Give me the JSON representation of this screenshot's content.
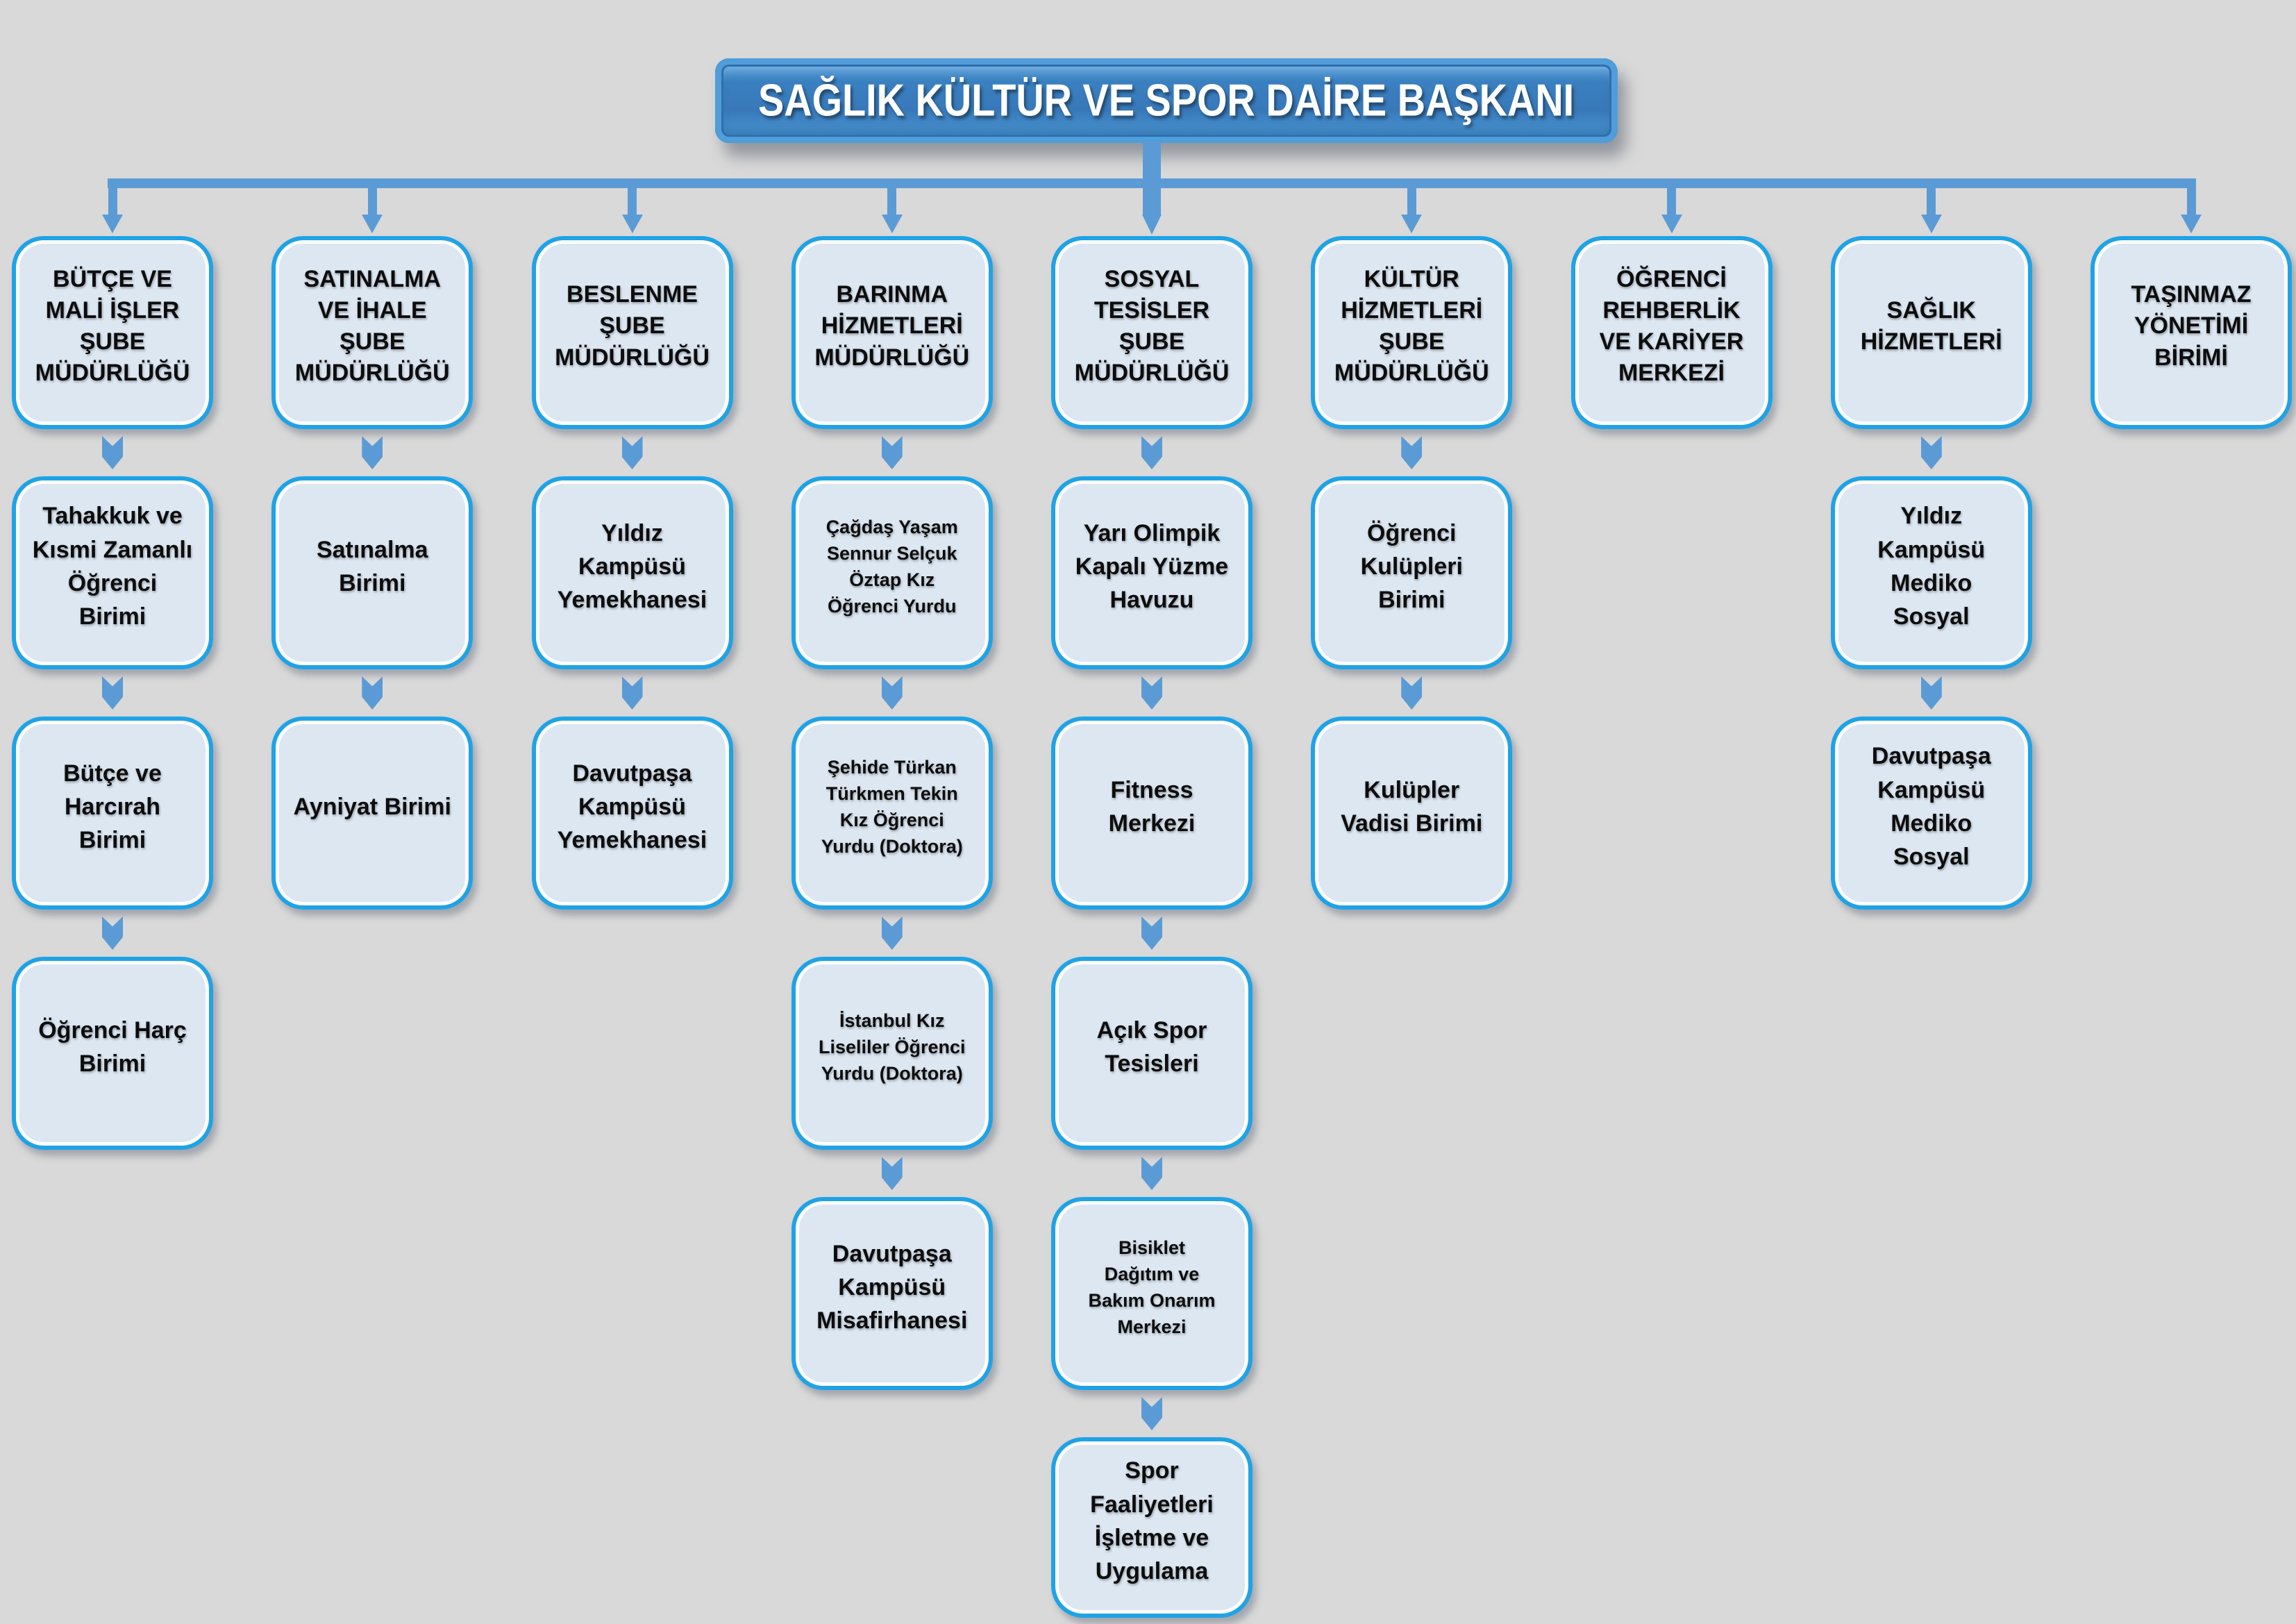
{
  "page": {
    "background_color": "#d9d9d9"
  },
  "header": {
    "title": "SAĞLIK KÜLTÜR VE SPOR DAİRE BAŞKANI",
    "text_color": "#ffffff",
    "fill_color": "#3a80c0",
    "edge_color": "#4f9dda"
  },
  "colors": {
    "connector": "#5b9bd5",
    "box_fill": "#dce7f2",
    "box_border": "#1fa3e6",
    "box_inner_ring": "#ffffff",
    "box_text": "#0d0d0d"
  },
  "org": {
    "columns": [
      {
        "id": "butce-ve-mali-isler",
        "header": "BÜTÇE VE\nMALİ İŞLER\nŞUBE\nMÜDÜRLÜĞÜ",
        "children": [
          {
            "label": "Tahakkuk ve\nKısmi Zamanlı\nÖğrenci\nBirimi"
          },
          {
            "label": "Bütçe ve\nHarcırah\nBirimi"
          },
          {
            "label": "Öğrenci Harç\nBirimi"
          }
        ]
      },
      {
        "id": "satinalma-ve-ihale",
        "header": "SATINALMA\nVE İHALE\nŞUBE\nMÜDÜRLÜĞÜ",
        "children": [
          {
            "label": "Satınalma\nBirimi"
          },
          {
            "label": "Ayniyat Birimi"
          }
        ]
      },
      {
        "id": "beslenme",
        "header": "BESLENME\nŞUBE\nMÜDÜRLÜĞÜ",
        "children": [
          {
            "label": "Yıldız\nKampüsü\nYemekhanesi"
          },
          {
            "label": "Davutpaşa\nKampüsü\nYemekhanesi"
          }
        ]
      },
      {
        "id": "barinma-hizmetleri",
        "header": "BARINMA\nHİZMETLERİ\nMÜDÜRLÜĞÜ",
        "children": [
          {
            "label": "Çağdaş Yaşam\nSennur Selçuk\nÖztap Kız\nÖğrenci Yurdu",
            "small": true
          },
          {
            "label": "Şehide Türkan\nTürkmen Tekin\nKız Öğrenci\nYurdu (Doktora)",
            "small": true
          },
          {
            "label": "İstanbul Kız\nLiseliler Öğrenci\nYurdu (Doktora)",
            "small": true
          },
          {
            "label": "Davutpaşa\nKampüsü\nMisafirhanesi"
          }
        ]
      },
      {
        "id": "sosyal-tesisler",
        "header": "SOSYAL\nTESİSLER\nŞUBE\nMÜDÜRLÜĞÜ",
        "children": [
          {
            "label": "Yarı Olimpik\nKapalı Yüzme\nHavuzu"
          },
          {
            "label": "Fitness\nMerkezi"
          },
          {
            "label": "Açık Spor\nTesisleri"
          },
          {
            "label": "Bisiklet\nDağıtım ve\nBakım Onarım\nMerkezi",
            "small": true
          },
          {
            "label": "Spor\nFaaliyetleri\nİşletme ve\nUygulama"
          }
        ]
      },
      {
        "id": "kultur-hizmetleri",
        "header": "KÜLTÜR\nHİZMETLERİ\nŞUBE\nMÜDÜRLÜĞÜ",
        "children": [
          {
            "label": "Öğrenci\nKulüpleri\nBirimi"
          },
          {
            "label": "Kulüpler\nVadisi Birimi"
          }
        ]
      },
      {
        "id": "ogrenci-rehberlik-ve-kariyer",
        "header": "ÖĞRENCİ\nREHBERLİK\nVE KARİYER\nMERKEZİ",
        "children": []
      },
      {
        "id": "saglik-hizmetleri",
        "header": "SAĞLIK\nHİZMETLERİ",
        "children": [
          {
            "label": "Yıldız\nKampüsü\nMediko\nSosyal"
          },
          {
            "label": "Davutpaşa\nKampüsü\nMediko\nSosyal"
          }
        ]
      },
      {
        "id": "tasinmaz-yonetimi",
        "header": "TAŞINMAZ\nYÖNETİMİ\nBİRİMİ",
        "children": []
      }
    ]
  }
}
